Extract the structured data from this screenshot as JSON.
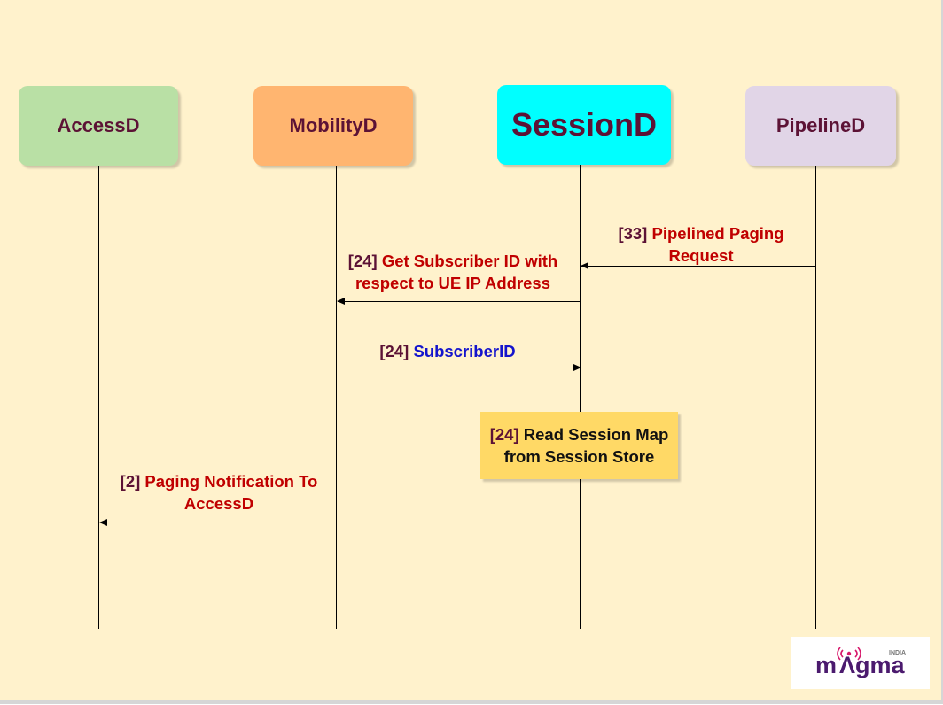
{
  "actors": [
    {
      "name": "AccessD",
      "fill": "#b9e0a5"
    },
    {
      "name": "MobilityD",
      "fill": "#ffb570"
    },
    {
      "name": "SessionD",
      "fill": "#00ffff"
    },
    {
      "name": "PipelineD",
      "fill": "#e1d5e7"
    }
  ],
  "messages": {
    "pipelined_paging": {
      "num": "[33]",
      "line1": "Pipelined Paging",
      "line2": "Request"
    },
    "get_subscriber": {
      "num": "[24]",
      "line1": "Get Subscriber ID with",
      "line2": "respect to UE IP Address"
    },
    "subscriber_id": {
      "num": "[24]",
      "text": "SubscriberID"
    },
    "paging_notification": {
      "num": "[2]",
      "line1": "Paging Notification To",
      "line2": "AccessD"
    }
  },
  "note": {
    "num": "[24]",
    "line1": "Read Session Map",
    "line2": "from Session Store",
    "fill": "#ffd966"
  },
  "logo": {
    "brand": "magma",
    "region": "INDIA",
    "icon": "antenna-signal-icon"
  },
  "colors": {
    "background": "#fff2cc",
    "actor_text": "#5c1235",
    "request_text": "#c00000",
    "response_text": "#1414cc"
  }
}
